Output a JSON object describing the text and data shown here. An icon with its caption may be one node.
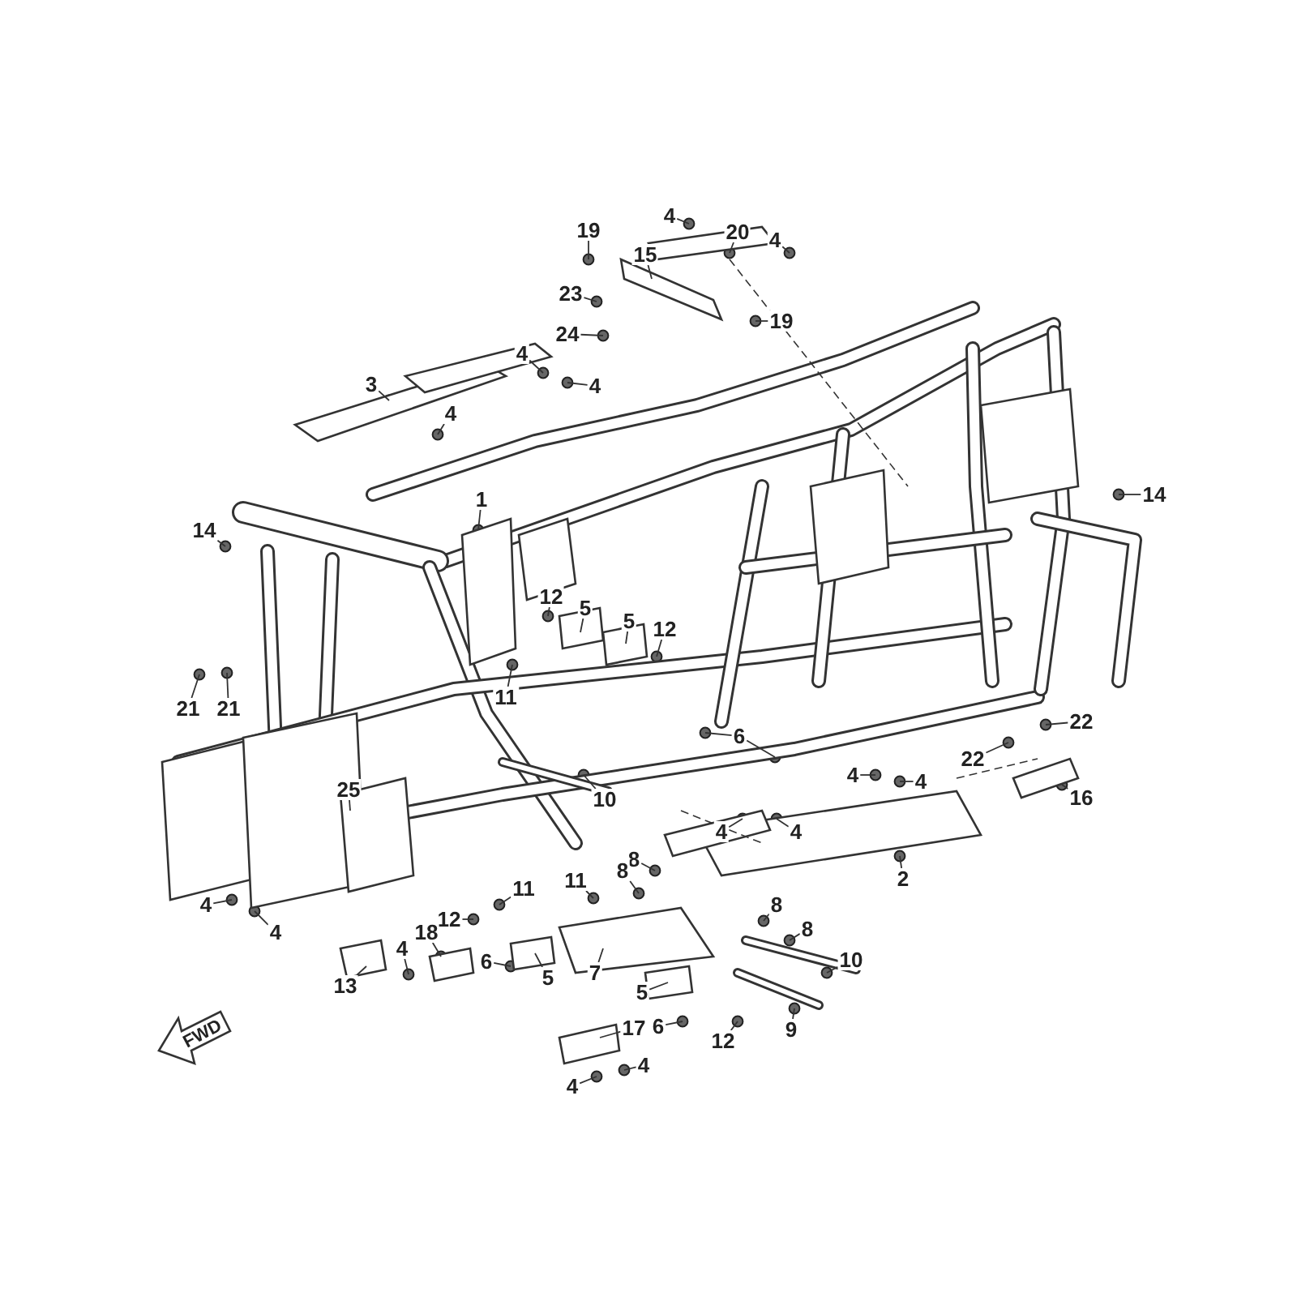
{
  "diagram": {
    "nodes": [
      {
        "text": [
          "19"
        ]
      },
      {
        "text": [
          "4"
        ]
      },
      {
        "text": [
          "20"
        ]
      },
      {
        "text": [
          "4"
        ]
      },
      {
        "text": [
          "15"
        ]
      },
      {
        "text": [
          "23"
        ]
      },
      {
        "text": [
          "19"
        ]
      },
      {
        "text": [
          "24"
        ]
      },
      {
        "text": [
          "4"
        ]
      },
      {
        "text": [
          "4"
        ]
      },
      {
        "text": [
          "3"
        ]
      },
      {
        "text": [
          "4"
        ]
      },
      {
        "text": [
          "1"
        ]
      },
      {
        "text": [
          "14"
        ]
      },
      {
        "text": [
          "14"
        ]
      },
      {
        "text": [
          "12"
        ]
      },
      {
        "text": [
          "5"
        ]
      },
      {
        "text": [
          "5"
        ]
      },
      {
        "text": [
          "12"
        ]
      },
      {
        "text": [
          "11"
        ]
      },
      {
        "text": [
          "21"
        ]
      },
      {
        "text": [
          "21"
        ]
      },
      {
        "text": [
          "22"
        ]
      },
      {
        "text": [
          "6"
        ]
      },
      {
        "text": [
          "22"
        ]
      },
      {
        "text": [
          "4"
        ]
      },
      {
        "text": [
          "4"
        ]
      },
      {
        "text": [
          "25"
        ]
      },
      {
        "text": [
          "16"
        ]
      },
      {
        "text": [
          "10"
        ]
      },
      {
        "text": [
          "4"
        ]
      },
      {
        "text": [
          "4"
        ]
      },
      {
        "text": [
          "8"
        ]
      },
      {
        "text": [
          "8"
        ]
      },
      {
        "text": [
          "2"
        ]
      },
      {
        "text": [
          "11"
        ]
      },
      {
        "text": [
          "11"
        ]
      },
      {
        "text": [
          "4"
        ]
      },
      {
        "text": [
          "8"
        ]
      },
      {
        "text": [
          "12"
        ]
      },
      {
        "text": [
          "4"
        ]
      },
      {
        "text": [
          "8"
        ]
      },
      {
        "text": [
          "18"
        ]
      },
      {
        "text": [
          "4"
        ]
      },
      {
        "text": [
          "10"
        ]
      },
      {
        "text": [
          "6"
        ]
      },
      {
        "text": [
          "7"
        ]
      },
      {
        "text": [
          "5"
        ]
      },
      {
        "text": [
          "13"
        ]
      },
      {
        "text": [
          "5"
        ]
      },
      {
        "text": [
          "6"
        ]
      },
      {
        "text": [
          "17"
        ]
      },
      {
        "text": [
          "9"
        ]
      },
      {
        "text": [
          "12"
        ]
      },
      {
        "text": [
          "4"
        ]
      },
      {
        "text": [
          "4"
        ]
      }
    ],
    "edges": [
      {
        "from": 0,
        "to": null,
        "arrow": "none"
      },
      {
        "from": 1,
        "to": null,
        "arrow": "none"
      },
      {
        "from": 2,
        "to": null,
        "arrow": "none"
      },
      {
        "from": 3,
        "to": null,
        "arrow": "none"
      },
      {
        "from": 4,
        "to": null,
        "arrow": "none"
      },
      {
        "from": 5,
        "to": null,
        "arrow": "none"
      },
      {
        "from": 6,
        "to": null,
        "arrow": "none"
      },
      {
        "from": 7,
        "to": null,
        "arrow": "none"
      },
      {
        "from": 8,
        "to": null,
        "arrow": "none"
      },
      {
        "from": 9,
        "to": null,
        "arrow": "none"
      },
      {
        "from": 10,
        "to": null,
        "arrow": "none"
      },
      {
        "from": 11,
        "to": null,
        "arrow": "none"
      },
      {
        "from": 12,
        "to": null,
        "arrow": "none"
      },
      {
        "from": 13,
        "to": null,
        "arrow": "none"
      },
      {
        "from": 14,
        "to": null,
        "arrow": "none"
      },
      {
        "from": 15,
        "to": null,
        "arrow": "none"
      },
      {
        "from": 16,
        "to": null,
        "arrow": "none"
      },
      {
        "from": 17,
        "to": null,
        "arrow": "none"
      },
      {
        "from": 18,
        "to": null,
        "arrow": "none"
      },
      {
        "from": 19,
        "to": null,
        "arrow": "none"
      },
      {
        "from": 20,
        "to": null,
        "arrow": "none"
      },
      {
        "from": 21,
        "to": null,
        "arrow": "none"
      },
      {
        "from": 22,
        "to": null,
        "arrow": "none"
      },
      {
        "from": 23,
        "to": null,
        "arrow": "none"
      },
      {
        "from": 23,
        "to": null,
        "arrow": "none"
      },
      {
        "from": 24,
        "to": null,
        "arrow": "none"
      },
      {
        "from": 25,
        "to": null,
        "arrow": "none"
      },
      {
        "from": 26,
        "to": null,
        "arrow": "none"
      },
      {
        "from": 27,
        "to": null,
        "arrow": "none"
      },
      {
        "from": 28,
        "to": null,
        "arrow": "none"
      },
      {
        "from": 29,
        "to": null,
        "arrow": "none"
      },
      {
        "from": 30,
        "to": null,
        "arrow": "none"
      },
      {
        "from": 31,
        "to": null,
        "arrow": "none"
      },
      {
        "from": 32,
        "to": null,
        "arrow": "none"
      },
      {
        "from": 33,
        "to": null,
        "arrow": "none"
      },
      {
        "from": 34,
        "to": null,
        "arrow": "none"
      },
      {
        "from": 35,
        "to": null,
        "arrow": "none"
      },
      {
        "from": 36,
        "to": null,
        "arrow": "none"
      },
      {
        "from": 37,
        "to": null,
        "arrow": "none"
      },
      {
        "from": 38,
        "to": null,
        "arrow": "none"
      },
      {
        "from": 39,
        "to": null,
        "arrow": "none"
      },
      {
        "from": 40,
        "to": null,
        "arrow": "none"
      },
      {
        "from": 41,
        "to": null,
        "arrow": "none"
      },
      {
        "from": 42,
        "to": null,
        "arrow": "none"
      },
      {
        "from": 43,
        "to": null,
        "arrow": "none"
      },
      {
        "from": 44,
        "to": null,
        "arrow": "none"
      },
      {
        "from": 45,
        "to": null,
        "arrow": "none"
      },
      {
        "from": 46,
        "to": null,
        "arrow": "none"
      },
      {
        "from": 47,
        "to": null,
        "arrow": "none"
      },
      {
        "from": 48,
        "to": null,
        "arrow": "none"
      },
      {
        "from": 49,
        "to": null,
        "arrow": "none"
      },
      {
        "from": 50,
        "to": null,
        "arrow": "none"
      },
      {
        "from": 51,
        "to": null,
        "arrow": "none"
      },
      {
        "from": 52,
        "to": null,
        "arrow": "none"
      },
      {
        "from": 53,
        "to": null,
        "arrow": "none"
      },
      {
        "from": 54,
        "to": null,
        "arrow": "none"
      },
      {
        "from": 55,
        "to": null,
        "arrow": "none"
      }
    ],
    "labels": [
      "FWD"
    ]
  }
}
